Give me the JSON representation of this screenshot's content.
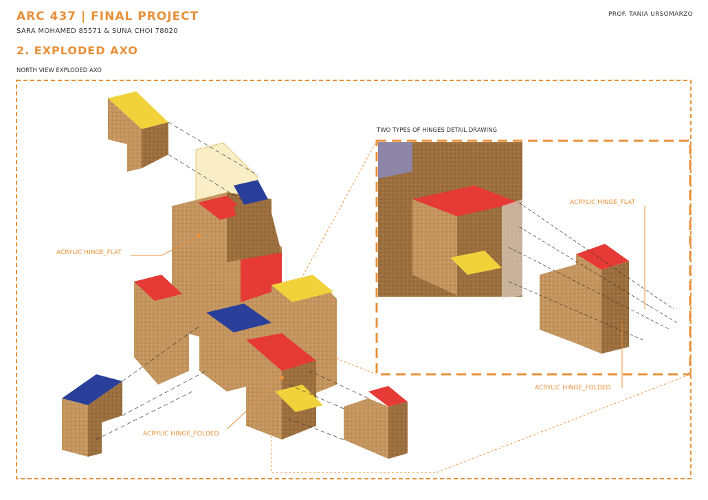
{
  "header": {
    "title": "ARC 437 | FINAL PROJECT",
    "authors": "SARA MOHAMED 85571 & SUNA CHOI 78020",
    "section": "2. EXPLODED AXO",
    "view_title": "NORTH VIEW EXPLODED AXO",
    "professor": "PROF. TANIA URSOMARZO"
  },
  "detail": {
    "title": "TWO TYPES OF HINGES DETAIL DRAWING",
    "label_flat": "ACRYLIC HINGE_FLAT",
    "label_folded": "ACRYLIC HINGE_FOLDED"
  },
  "main_labels": {
    "flat": "ACRYLIC HINGE_FLAT",
    "folded": "ACRYLIC HINGE_FOLDED"
  },
  "colors": {
    "accent": "#e8903a",
    "cork": "#c4955f",
    "cork_dark": "#8a6238",
    "red": "#e53a35",
    "yellow": "#f2d23a",
    "blue": "#2a3f9a"
  }
}
